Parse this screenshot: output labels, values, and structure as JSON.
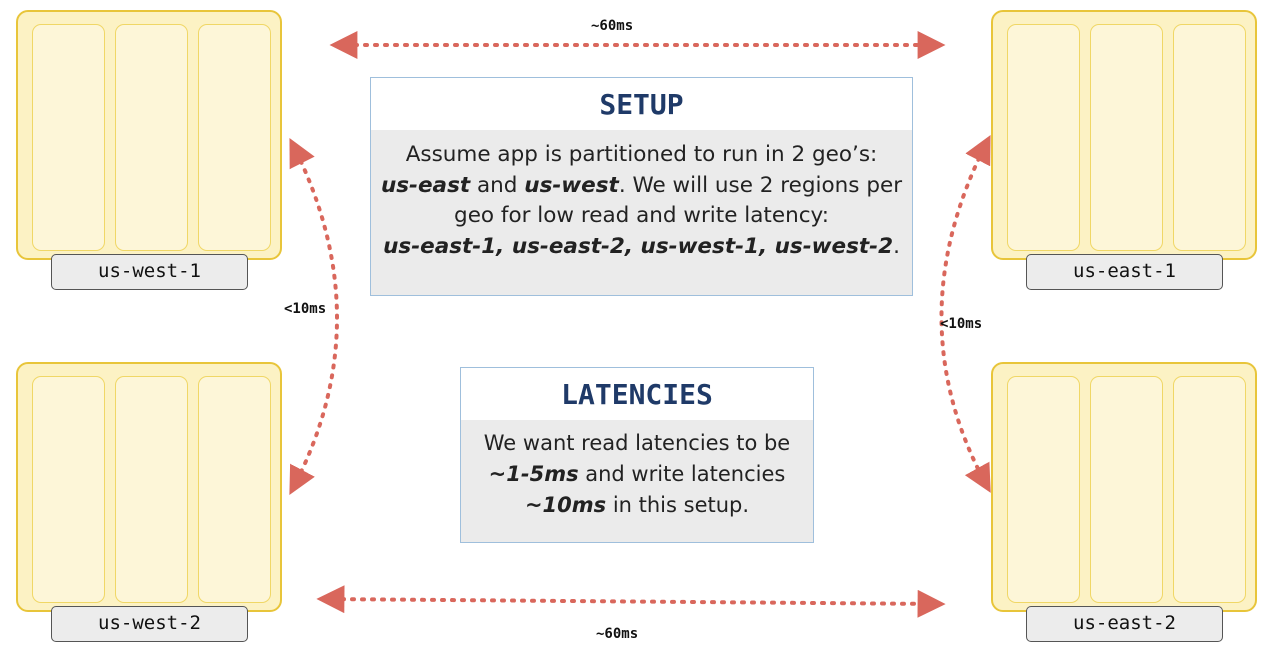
{
  "regions": {
    "west1": {
      "label": "us-west-1"
    },
    "west2": {
      "label": "us-west-2"
    },
    "east1": {
      "label": "us-east-1"
    },
    "east2": {
      "label": "us-east-2"
    }
  },
  "setup": {
    "title": "SETUP",
    "line1": "Assume app is partitioned to run in 2 geo’s:",
    "line2_a": "us-east",
    "line2_b": " and ",
    "line2_c": "us-west",
    "line2_d": ". We will use 2 regions per",
    "line3": "geo for low read and write latency:",
    "line4": "us-east-1, us-east-2, us-west-1, us-west-2",
    "line4_end": "."
  },
  "latencies": {
    "title": "LATENCIES",
    "line1": "We want read latencies to be",
    "line2_a": "~1-5ms",
    "line2_b": " and write latencies",
    "line3_a": "~10ms",
    "line3_b": " in this setup."
  },
  "links": {
    "top": "~60ms",
    "bottom": "~60ms",
    "left": "<10ms",
    "right": "<10ms"
  },
  "colors": {
    "link": "#d9675c",
    "region_border": "#e8c53a",
    "region_fill": "#fcf2c4",
    "title": "#1f3a68"
  }
}
